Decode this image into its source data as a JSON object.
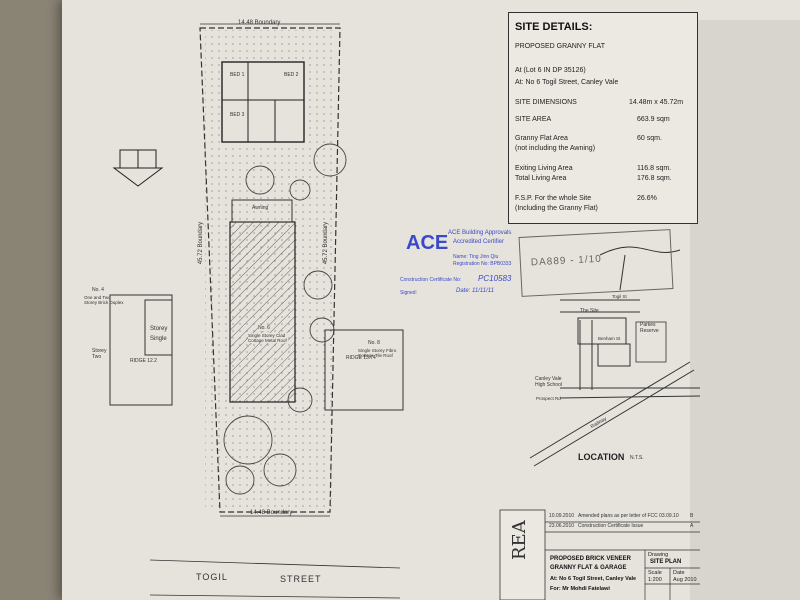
{
  "site_details": {
    "title": "SITE DETAILS:",
    "project": "PROPOSED GRANNY FLAT",
    "lot": "At (Lot 6 IN DP 35126)",
    "address": "At: No 6 Togil Street, Canley Vale",
    "dimensions_label": "SITE DIMENSIONS",
    "dimensions_value": "14.48m x 45.72m",
    "area_label": "SITE AREA",
    "area_value": "663.9 sqm",
    "granny_label": "Granny Flat Area",
    "granny_sub": "(not including the Awning)",
    "granny_value": "60 sqm.",
    "existing_label": "Exiting Living Area",
    "existing_value": "116.8 sqm.",
    "total_label": "Total Living Area",
    "total_value": "176.8 sqm.",
    "fsp_label": "F.S.P. For the whole Site",
    "fsp_sub": "(Including the Granny Flat)",
    "fsp_value": "26.6%"
  },
  "certifier": {
    "logo": "ACE",
    "line1": "ACE Building Approvals",
    "line2": "Accredited Certifier",
    "name": "Name: Ting Jinn Qiu",
    "reg": "Registration No: BPB0333",
    "cc": "Construction Certificate No:",
    "cc_value": "PC10583",
    "signed": "Signed:",
    "date": "Date: 11/11/11"
  },
  "stamp": {
    "text": "DA889 - 1/10"
  },
  "plan": {
    "top_boundary": "14.48 Boundary",
    "bottom_boundary": "14.48 Boundary",
    "left_boundary": "45.72 Boundary",
    "right_boundary": "45.72 Boundary",
    "street_1": "TOGIL",
    "street_2": "STREET",
    "awning": "Awning",
    "left_house": "Storey",
    "left_house_sub": "Single",
    "left_house_2": "Storey Two",
    "no4": "No. 4",
    "no4_sub": "One and Two Storey Brick Duplex",
    "no6": "No. 6",
    "no6_sub": "Single Storey Clad Cottage Metal Roof",
    "no8": "No. 8",
    "no8_sub": "Single Storey Fibro Cottage Tile Roof",
    "ridge_left": "RIDGE 12.2",
    "ridge_right": "RIDGE 13.74",
    "bed1": "BED 1",
    "bed2": "BED 2",
    "bed3": "BED 3"
  },
  "location_map": {
    "label": "LOCATION",
    "nts": "N.T.S.",
    "the_site": "The Site",
    "parkes": "Parkes Reserve",
    "togil": "Togil St",
    "benham": "Benham St",
    "school": "Canley Vale High School",
    "prospect": "Prospect Rd",
    "railway": "Railway"
  },
  "revisions": {
    "rev_a_date": "10.09.2010",
    "rev_a_text": "Amended plans as per letter of FCC 03.09.10",
    "rev_a_code": "B",
    "rev_b_date": "23.06.2010",
    "rev_b_text": "Construction Certificate Issue",
    "rev_b_code": "A"
  },
  "title_block": {
    "p1": "PROPOSED BRICK VENEER",
    "p2": "GRANNY FLAT & GARAGE",
    "p3": "At: No 6 Togil Street, Canley Vale",
    "p4": "For: Mr Mohdi Fatelawi",
    "drawing_label": "Drawing",
    "drawing": "SITE PLAN",
    "scale_label": "Scale",
    "scale": "1:200",
    "date_label": "Date",
    "date": "Aug 2010"
  }
}
